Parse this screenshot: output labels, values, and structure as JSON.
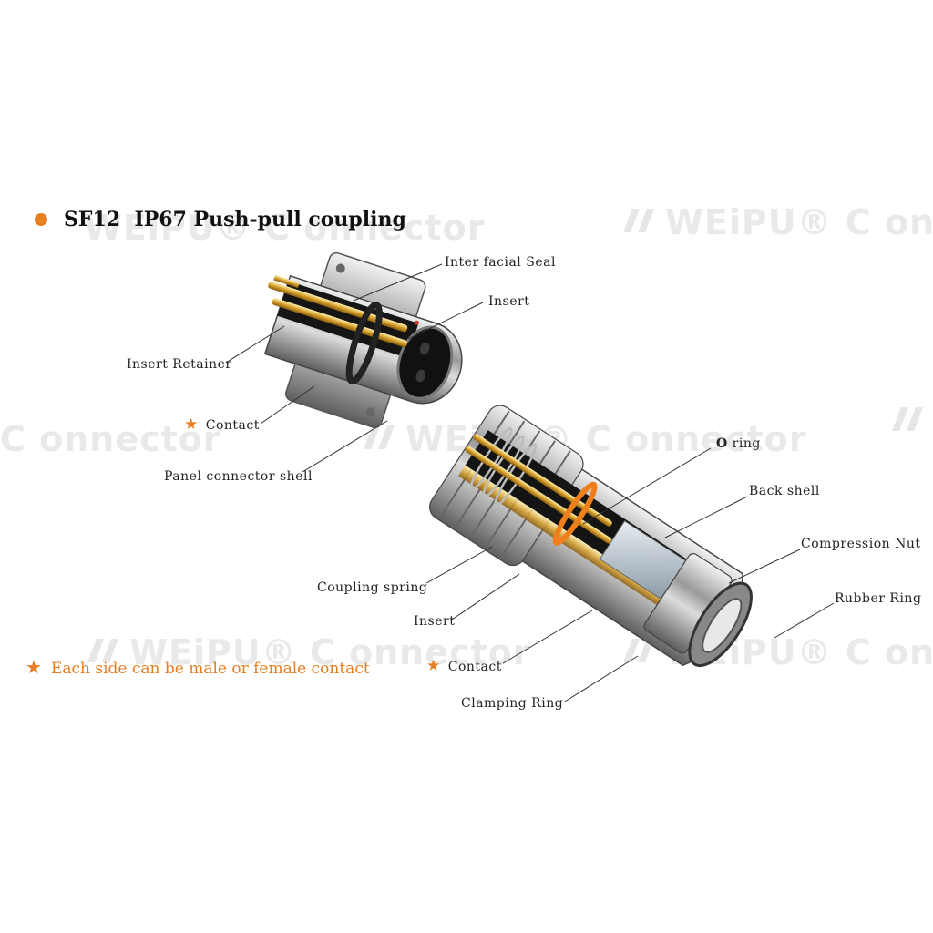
{
  "header": {
    "title": "SF12  IP67 Push-pull coupling",
    "bullet_color": "#e67e22"
  },
  "watermark": {
    "brand": "WEiPU",
    "connector": "C onnector",
    "color": "#e9e9e9"
  },
  "panel_connector": {
    "labels": {
      "interfacial_seal": "Inter facial Seal",
      "insert": "Insert",
      "insert_retainer": "Insert Retainer",
      "contact": "Contact",
      "panel_shell": "Panel connector shell"
    }
  },
  "cable_connector": {
    "labels": {
      "o_ring_bold": "O",
      "o_ring_rest": " ring",
      "back_shell": "Back shell",
      "compression_nut": "Compression Nut",
      "rubber_ring": "Rubber Ring",
      "coupling_spring": "Coupling  spring",
      "insert": "Insert",
      "contact": "Contact",
      "clamping_ring": "Clamping Ring"
    }
  },
  "note": {
    "text": "Each side can be male or female contact",
    "star": "★",
    "color": "#e67e22"
  },
  "colors": {
    "accent": "#e67e22",
    "metal": "#b9b9b9",
    "gold": "#e0b23a",
    "insulator": "#1a1a1a"
  }
}
